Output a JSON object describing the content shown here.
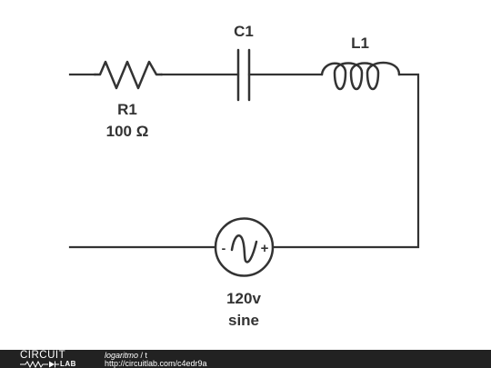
{
  "components": {
    "resistor": {
      "name": "R1",
      "value": "100 Ω"
    },
    "capacitor": {
      "name": "C1"
    },
    "inductor": {
      "name": "L1"
    },
    "source": {
      "value": "120v",
      "type": "sine",
      "minus_sign": "-",
      "plus_sign": "+"
    }
  },
  "footer": {
    "logo_top": "CIRCUIT",
    "logo_bottom": "LAB",
    "owner": "logaritmo",
    "separator": " / ",
    "schematic_name": "t",
    "url": "http://circuitlab.com/c4edr9a"
  },
  "colors": {
    "ink": "#333333",
    "footer_bg": "#222222"
  }
}
